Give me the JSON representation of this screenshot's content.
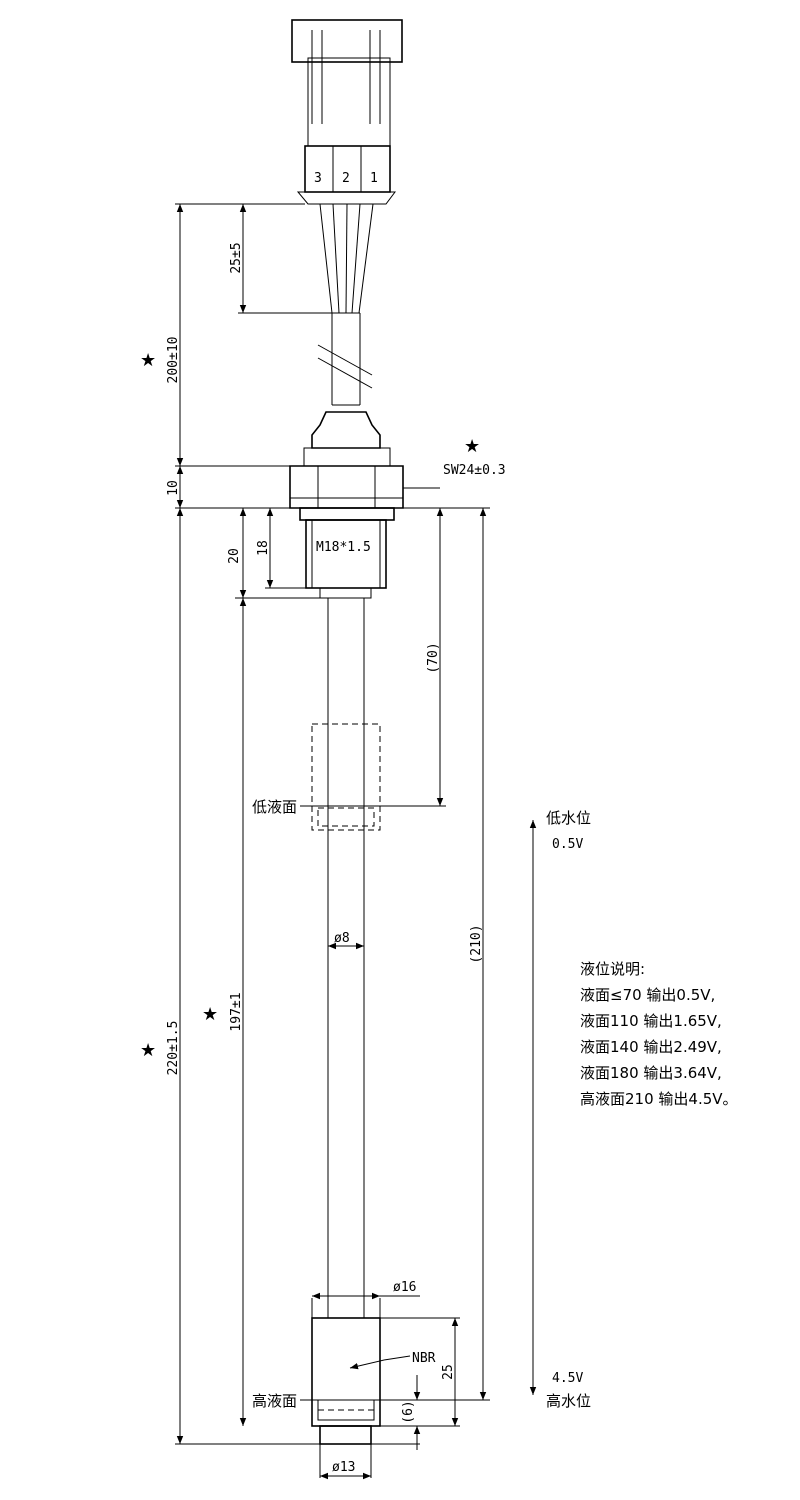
{
  "pins": {
    "p3": "3",
    "p2": "2",
    "p1": "1"
  },
  "dims": {
    "lead_length": "25±5",
    "cable_length": "200±10",
    "hex_height": "10",
    "hex_size": "SW24±0.3",
    "thread": "M18*1.5",
    "thread_len": "18",
    "shoulder_len": "20",
    "low_level_ref": "(70)",
    "high_level_ref": "(210)",
    "tube_dia": "ø8",
    "stop_len": "197±1",
    "total_len": "220±1.5",
    "float_dia": "ø16",
    "float_height": "25",
    "bottom_gap": "(6)",
    "tip_dia": "ø13"
  },
  "labels": {
    "star": "★",
    "low_surface": "低液面",
    "high_surface": "高液面",
    "low_water": "低水位",
    "low_voltage": "0.5V",
    "high_voltage": "4.5V",
    "high_water": "高水位",
    "material": "NBR"
  },
  "notes": {
    "title": "液位说明:",
    "lines": [
      "液面≤70 输出0.5V,",
      "液面110 输出1.65V,",
      "液面140 输出2.49V,",
      "液面180 输出3.64V,",
      "高液面210 输出4.5V。"
    ]
  },
  "colors": {
    "ink": "#000000",
    "paper": "#ffffff"
  }
}
